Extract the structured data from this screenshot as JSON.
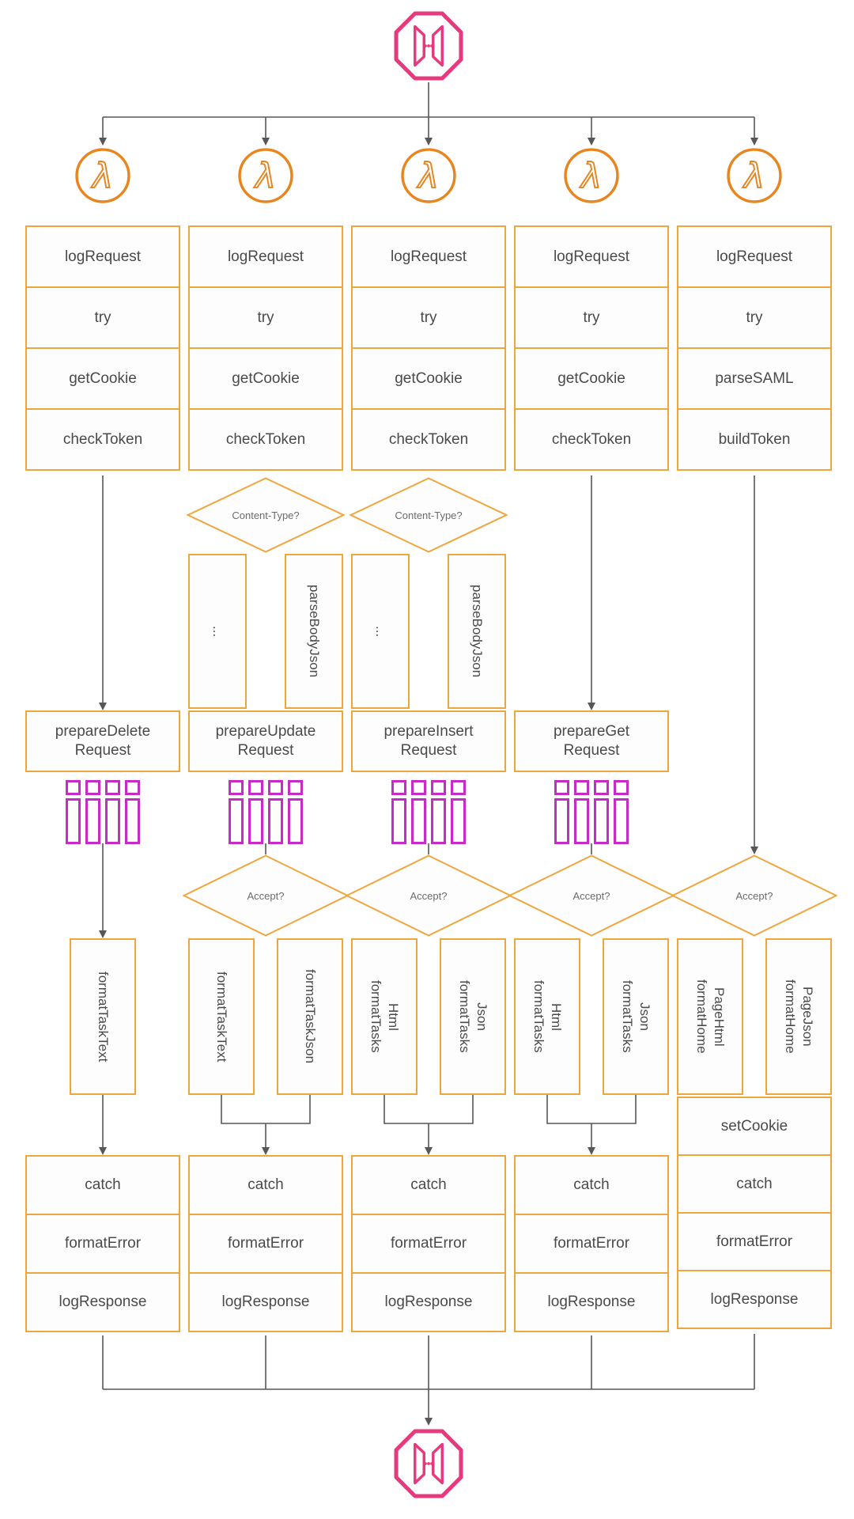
{
  "colors": {
    "box_border_orange": "#efa63d",
    "lambda_orange": "#e8851f",
    "api_gateway_pink": "#e7397e",
    "dynamodb_magenta": "#c72bc7",
    "connector_gray": "#575757",
    "label_gray": "#4a4a4a"
  },
  "icons": {
    "entry": "api-gateway-icon",
    "exit": "api-gateway-icon",
    "function": "lambda-icon",
    "table": "dynamodb-icon"
  },
  "columns": [
    {
      "steps": [
        "logRequest",
        "try",
        "getCookie",
        "checkToken"
      ],
      "prepare": "prepareDelete\nRequest",
      "format_boxes": [
        "formatTaskText"
      ],
      "end_steps": [
        "catch",
        "formatError",
        "logResponse"
      ]
    },
    {
      "steps": [
        "logRequest",
        "try",
        "getCookie",
        "checkToken"
      ],
      "content_type_label": "Content-Type?",
      "parse_boxes": [
        "...",
        "parseBodyJson"
      ],
      "prepare": "prepareUpdate\nRequest",
      "accept_label": "Accept?",
      "format_boxes": [
        "formatTaskText",
        "formatTaskJson"
      ],
      "end_steps": [
        "catch",
        "formatError",
        "logResponse"
      ]
    },
    {
      "steps": [
        "logRequest",
        "try",
        "getCookie",
        "checkToken"
      ],
      "content_type_label": "Content-Type?",
      "parse_boxes": [
        "...",
        "parseBodyJson"
      ],
      "prepare": "prepareInsert\nRequest",
      "accept_label": "Accept?",
      "format_boxes": [
        "formatTasks\nHtml",
        "formatTasks\nJson"
      ],
      "end_steps": [
        "catch",
        "formatError",
        "logResponse"
      ]
    },
    {
      "steps": [
        "logRequest",
        "try",
        "getCookie",
        "checkToken"
      ],
      "prepare": "prepareGet\nRequest",
      "accept_label": "Accept?",
      "format_boxes": [
        "formatTasks\nHtml",
        "formatTasks\nJson"
      ],
      "end_steps": [
        "catch",
        "formatError",
        "logResponse"
      ]
    },
    {
      "steps": [
        "logRequest",
        "try",
        "parseSAML",
        "buildToken"
      ],
      "accept_label": "Accept?",
      "format_boxes": [
        "formatHome\nPageHtml",
        "formatHome\nPageJson"
      ],
      "end_steps": [
        "setCookie",
        "catch",
        "formatError",
        "logResponse"
      ]
    }
  ]
}
